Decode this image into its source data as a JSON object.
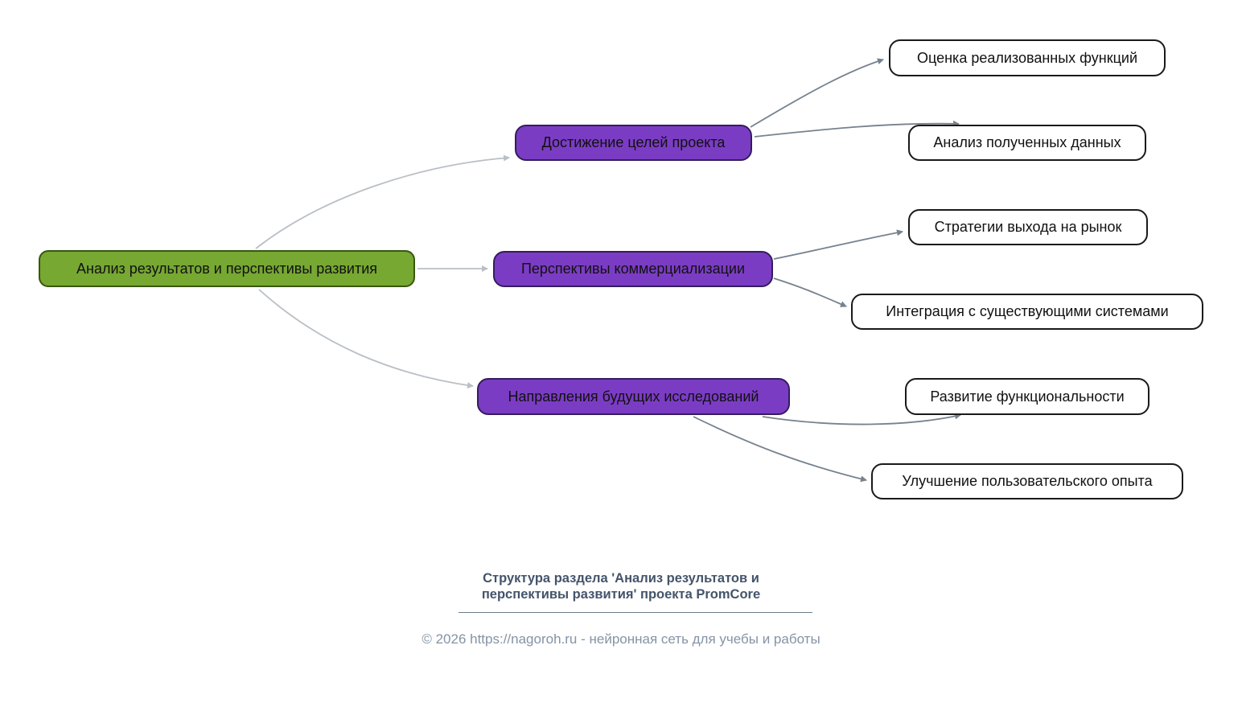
{
  "diagram": {
    "root": {
      "label": "Анализ результатов и перспективы развития"
    },
    "branches": [
      {
        "label": "Достижение целей проекта"
      },
      {
        "label": "Перспективы коммерциализации"
      },
      {
        "label": "Направления будущих исследований"
      }
    ],
    "leaves": [
      {
        "label": "Оценка реализованных функций",
        "parent": "Достижение целей проекта"
      },
      {
        "label": "Анализ полученных данных",
        "parent": "Достижение целей проекта"
      },
      {
        "label": "Стратегии выхода на рынок",
        "parent": "Перспективы коммерциализации"
      },
      {
        "label": "Интеграция с существующими системами",
        "parent": "Перспективы коммерциализации"
      },
      {
        "label": "Развитие функциональности",
        "parent": "Направления будущих исследований"
      },
      {
        "label": "Улучшение пользовательского опыта",
        "parent": "Направления будущих исследований"
      }
    ]
  },
  "colors": {
    "root_fill": "#76a832",
    "root_border": "#39560f",
    "branch_fill": "#7b3cc4",
    "branch_border": "#341d5e",
    "leaf_fill": "#ffffff",
    "leaf_border": "#1a1a1a",
    "edge_light": "#b9bfc5",
    "edge_dark": "#76828e",
    "caption_title_color": "#44546a",
    "caption_footer_color": "#8593a5"
  },
  "caption": {
    "title_lines": [
      "Структура раздела 'Анализ результатов и",
      "перспективы развития' проекта PromCore"
    ],
    "footer": "© 2026 https://nagoroh.ru - нейронная сеть для учебы и работы"
  }
}
